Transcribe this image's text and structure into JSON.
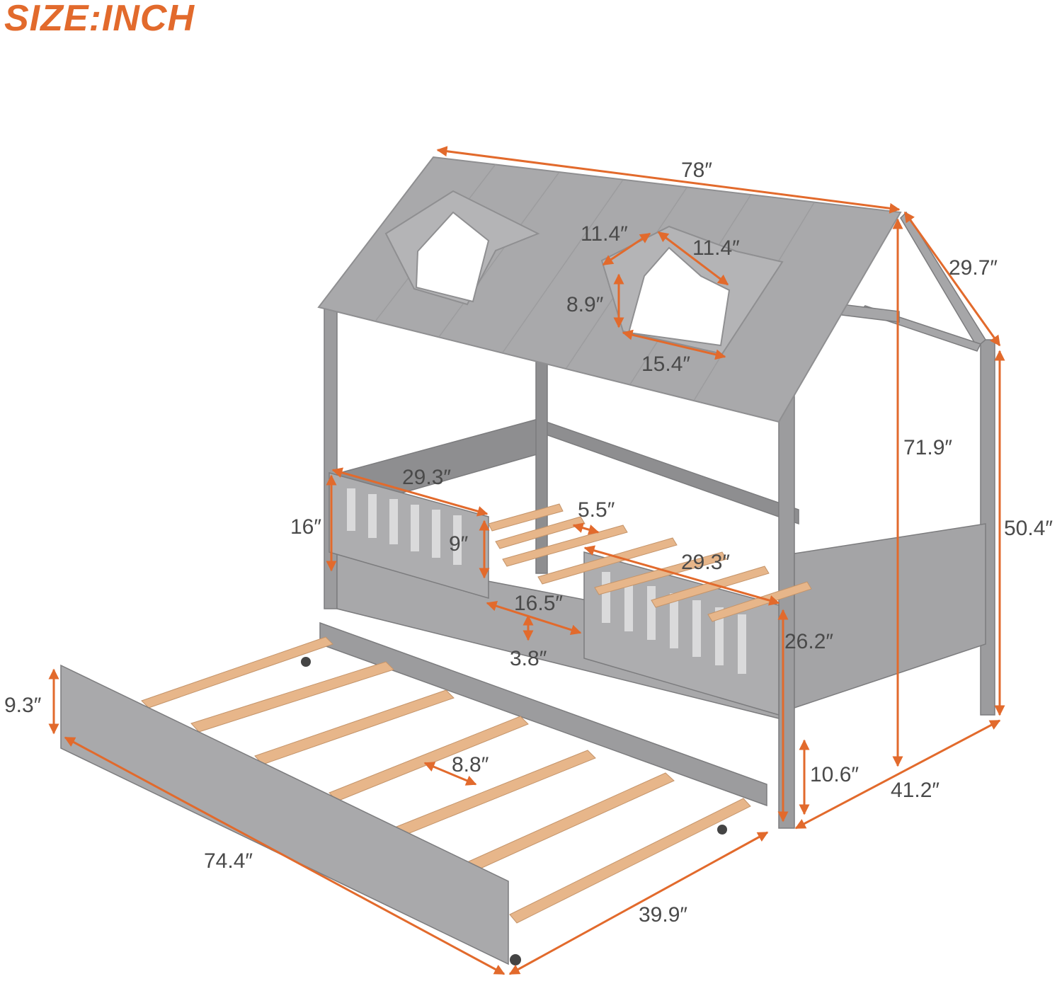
{
  "heading": "SIZE:INCH",
  "colors": {
    "accent": "#e26a2c",
    "label_text": "#4a4a4a",
    "frame_gray": "#9c9c9e",
    "frame_gray_dark": "#858587",
    "slat_wood": "#e7b68a"
  },
  "dimensions": {
    "roof_length": "78″",
    "roof_slope": "29.7″",
    "dormer_side_left": "11.4″",
    "dormer_side_right": "11.4″",
    "window_height": "8.9″",
    "window_width": "15.4″",
    "total_height": "71.9″",
    "post_height": "50.4″",
    "head_rail_width": "29.3″",
    "head_rail_height": "16″",
    "guard_height": "9″",
    "slat_gap": "5.5″",
    "side_rail_width": "29.3″",
    "opening_width": "16.5″",
    "opening_drop": "3.8″",
    "side_height": "26.2″",
    "clearance": "10.6″",
    "bed_width": "41.2″",
    "trundle_height": "9.3″",
    "trundle_slat_gap": "8.8″",
    "trundle_length": "74.4″",
    "trundle_width": "39.9″"
  }
}
